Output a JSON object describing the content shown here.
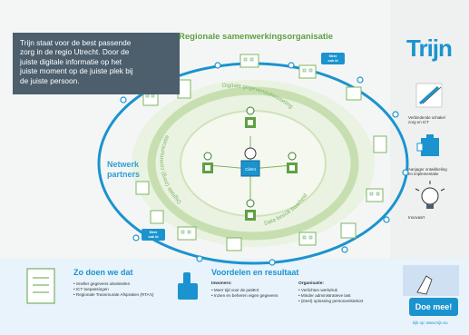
{
  "intro": {
    "lines": [
      "Trijn staat voor de best passende",
      "zorg in de regio Utrecht. Door de",
      "juiste digitale informatie op het",
      "juiste moment op de juiste plek bij",
      "de juiste persoon."
    ]
  },
  "diagram": {
    "title": "Regionale samenwerkingsorganisatie",
    "network_label_line1": "Netwerk",
    "network_label_line2": "partners",
    "arc_label_top": "Digitale gegevensuitwisseling",
    "arc_label_left": "Digitale (zorg) communicatie",
    "arc_label_bottom": "Data bescik baarheid",
    "center_label": "Cliënt",
    "meer_top": [
      "Meer",
      "ook bi"
    ],
    "meer_left": [
      "Meer",
      "ook bi"
    ]
  },
  "sidebar": {
    "logo": "Trijn",
    "captions": [
      [
        "Verbindende schakel",
        "zorg en ICT"
      ],
      [
        "Aanjager ontwikkeling",
        "en implementatie"
      ],
      [
        "Innovasi't"
      ]
    ]
  },
  "bottom": {
    "how_title": "Zo doen we dat",
    "how_bullets": [
      "• Sneller gegevens uitwisselen",
      "• ICT toepassingen",
      "• Regionale Transmurale Afspraken (RTA's)"
    ],
    "results_title": "Voordelen en resultaat",
    "inner_heading": "Inwoners:",
    "inner_bullets": [
      "• Meer tijd voor de patiënt",
      "• Inzien en beheren eigen gegevens"
    ],
    "org_heading": "Organisatie:",
    "org_bullets": [
      "• Verlichten werkdruk",
      "• Minder administratieve last",
      "• (Deel) oplossing personeelstekort"
    ],
    "cta": "Doe mee!",
    "website": "kijk op: www.trijn.eu"
  },
  "colors": {
    "accent_blue": "#1b93cf",
    "accent_green": "#5fa043",
    "intro_box": "#4d5f6d",
    "ring_light": "#dcecc9"
  }
}
